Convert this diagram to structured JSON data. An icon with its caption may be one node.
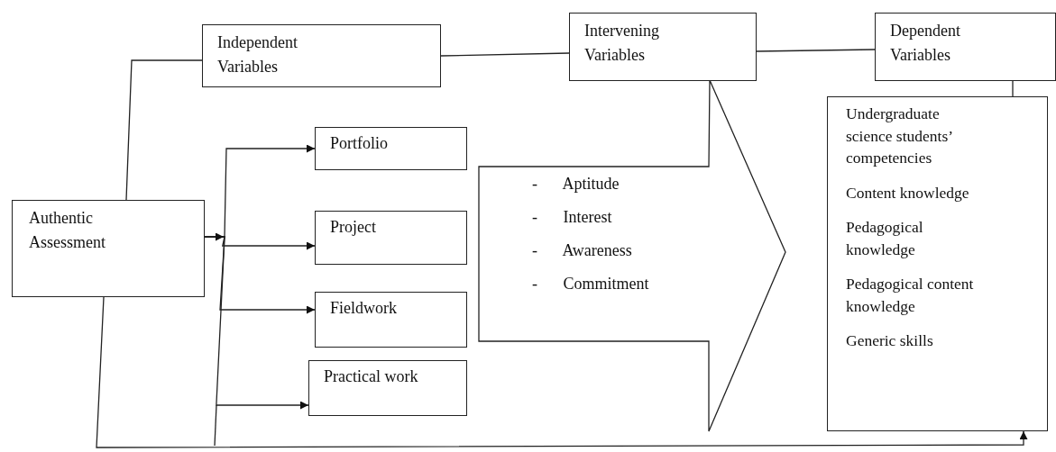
{
  "diagram": {
    "nodes": [
      {
        "text": [
          "Independent Variables"
        ]
      },
      {
        "text": [
          "Intervening Variables"
        ]
      },
      {
        "text": [
          "Dependent Variables"
        ]
      },
      {
        "text": [
          "Authentic Assessment"
        ]
      },
      {
        "text": [
          "Portfolio"
        ]
      },
      {
        "text": [
          "Project"
        ]
      },
      {
        "text": [
          "Fieldwork"
        ]
      },
      {
        "text": [
          "Practical work"
        ]
      },
      {
        "text": [
          "- Aptitude",
          "- Interest",
          "- Awareness",
          "- Commitment"
        ]
      },
      {
        "text": [
          "Undergraduate science students’ competencies",
          "Content knowledge",
          "Pedagogical knowledge",
          "Pedagogical content knowledge",
          "Generic skills"
        ]
      }
    ],
    "edges": [
      {
        "from": 3,
        "to": 0,
        "arrow": "none"
      },
      {
        "from": 0,
        "to": 1,
        "arrow": "none"
      },
      {
        "from": 1,
        "to": 2,
        "arrow": "none"
      },
      {
        "from": 2,
        "to": 9,
        "arrow": "none"
      },
      {
        "from": 3,
        "to": 4,
        "arrow": "to"
      },
      {
        "from": 3,
        "to": 5,
        "arrow": "to"
      },
      {
        "from": 3,
        "to": 6,
        "arrow": "to"
      },
      {
        "from": 3,
        "to": 7,
        "arrow": "to"
      },
      {
        "from": 3,
        "to": 9,
        "arrow": "to"
      }
    ]
  }
}
